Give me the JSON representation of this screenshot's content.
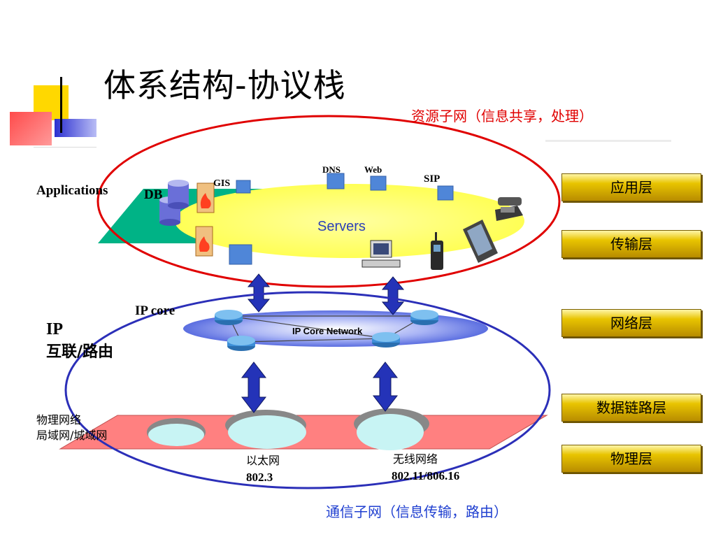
{
  "title": "体系结构-协议栈",
  "resource_subnet_caption": "资源子网（信息共享，处理）",
  "comm_subnet_caption": "通信子网（信息传输，路由）",
  "labels": {
    "applications": "Applications",
    "db": "DB",
    "gis": "GIS",
    "dns": "DNS",
    "web": "Web",
    "sip": "SIP",
    "servers": "Servers",
    "ip_core": "IP core",
    "ip_core_network": "IP Core Network",
    "ip": "IP",
    "interconnect_routing": "互联/路由",
    "physical_network": "物理网络",
    "lan_man": "局域网/城域网",
    "ethernet": "以太网",
    "ethernet_std": "802.3",
    "wireless": "无线网络",
    "wireless_std": "802.11/806.16"
  },
  "layers": [
    "应用层",
    "传输层",
    "网络层",
    "数据链路层",
    "物理层"
  ],
  "colors": {
    "resource_ellipse": "#e00000",
    "comm_ellipse": "#2b2fb8",
    "app_plane": "#00b386",
    "server_ring": "#ffff66",
    "physical_plane": "#ff8080",
    "arrow": "#2433b8",
    "layer_box": "#e8c400"
  }
}
